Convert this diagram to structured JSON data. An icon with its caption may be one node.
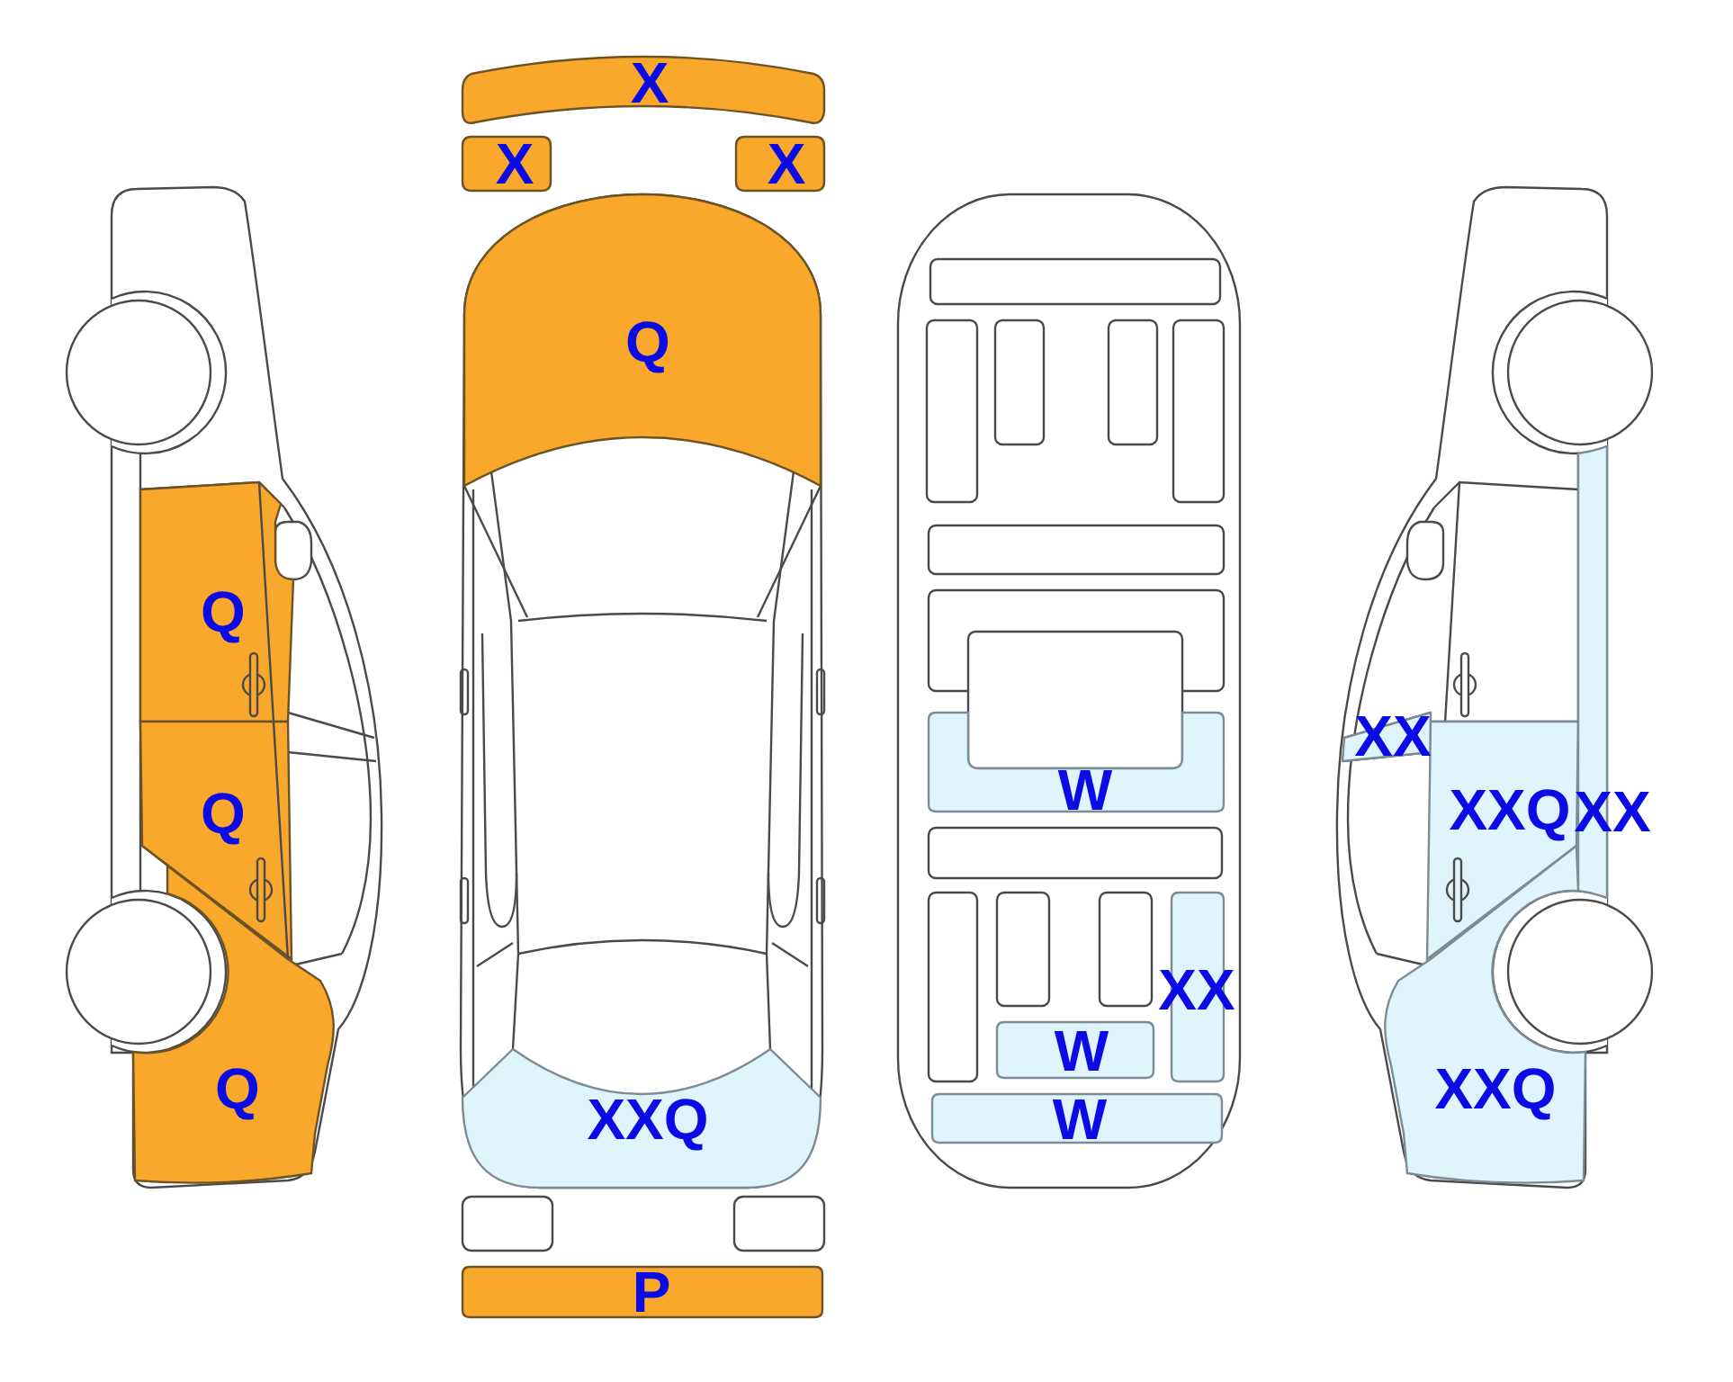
{
  "diagram": {
    "nodes": [
      {
        "text": [
          "Q"
        ]
      },
      {
        "text": [
          "Q"
        ]
      },
      {
        "text": [
          "Q"
        ]
      },
      {
        "text": [
          "X"
        ]
      },
      {
        "text": [
          "X"
        ]
      },
      {
        "text": [
          "X"
        ]
      },
      {
        "text": [
          "Q"
        ]
      },
      {
        "text": [
          "XXQ"
        ]
      },
      {
        "text": [
          "P"
        ]
      },
      {
        "text": [
          "W"
        ]
      },
      {
        "text": [
          "XX"
        ]
      },
      {
        "text": [
          "W"
        ]
      },
      {
        "text": [
          "W"
        ]
      },
      {
        "text": [
          "XX"
        ]
      },
      {
        "text": [
          "XXQ"
        ]
      },
      {
        "text": [
          "XX"
        ]
      },
      {
        "text": [
          "XXQ"
        ]
      }
    ]
  }
}
